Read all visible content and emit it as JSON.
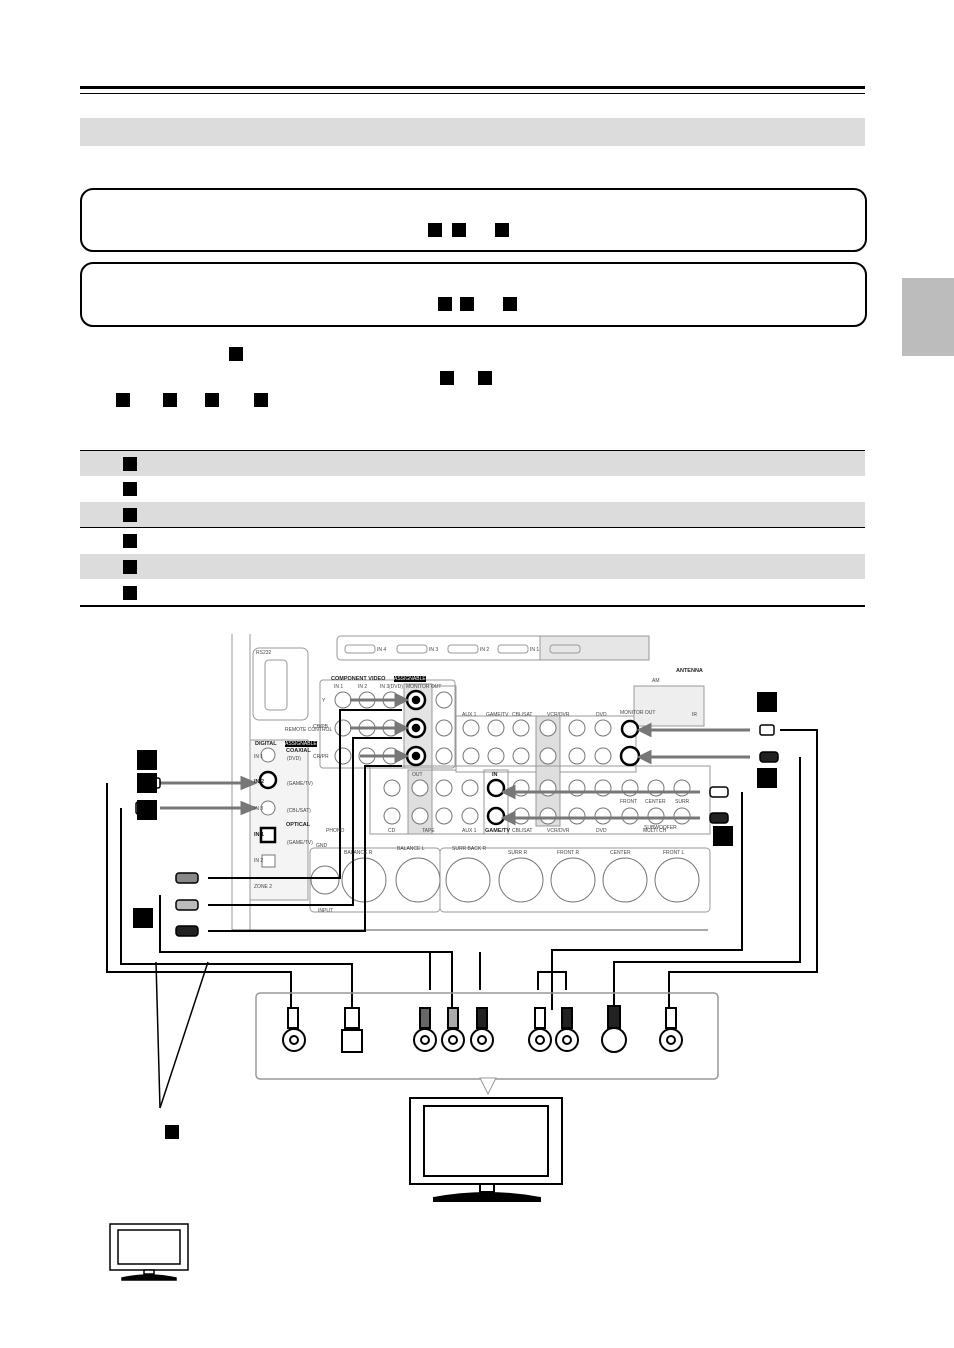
{
  "diagram": {
    "ports": {
      "rs232": "RS232",
      "component_video": "COMPONENT VIDEO",
      "component_video_badge": "ASSIGNABLE",
      "cv_in1": "IN 1",
      "cv_in2": "IN 2",
      "cv_in3": "IN 3",
      "cv_in3_sub": "(DVD)",
      "monitor_out": "MONITOR OUT",
      "y": "Y",
      "cb": "CB/PB",
      "cr": "CR/PR",
      "digital": "DIGITAL",
      "digital_badge": "ASSIGNABLE",
      "coaxial": "COAXIAL",
      "optical": "OPTICAL",
      "dig_in1": "IN 1",
      "dig_in2": "IN 2",
      "dig_in3": "IN 3",
      "dig_in2_opt": "IN 2",
      "dig_in1_label": "(DVD)",
      "dig_in2_label": "(GAME/TV)",
      "dig_in3_label": "(CBL/SAT)",
      "opt_in1_label": "(GAME/TV)",
      "aux1": "AUX 1",
      "game_tv": "GAME/TV",
      "cbl_sat": "CBL/SAT",
      "vcr_dvr": "VCR/DVR",
      "dvd": "DVD",
      "front": "FRONT",
      "center": "CENTER",
      "surr": "SURR",
      "in": "IN",
      "out": "OUT",
      "cd": "CD",
      "tape": "TAPE",
      "phono": "PHONO",
      "game_tv_bottom": "GAME/TV",
      "multi_ch": "MULTI CH",
      "balance_r": "BALANCE R",
      "balance_l": "BALANCE L",
      "surr_back_r": "SURR BACK R",
      "surr_r": "SURR R",
      "front_r": "FRONT R",
      "center_bottom": "CENTER",
      "front_l": "FRONT L",
      "antenna": "ANTENNA",
      "am": "AM",
      "ir": "IR",
      "input": "INPUT",
      "gnd": "GND",
      "monitor_out_video": "MONITOR OUT",
      "hdmi_in4": "IN 4",
      "hdmi_in3": "IN 3",
      "hdmi_in2": "IN 2",
      "hdmi_in1": "IN 1",
      "subwoofer": "SUBWOOFER",
      "zone2": "ZONE 2",
      "remote_control": "REMOTE CONTROL"
    }
  }
}
